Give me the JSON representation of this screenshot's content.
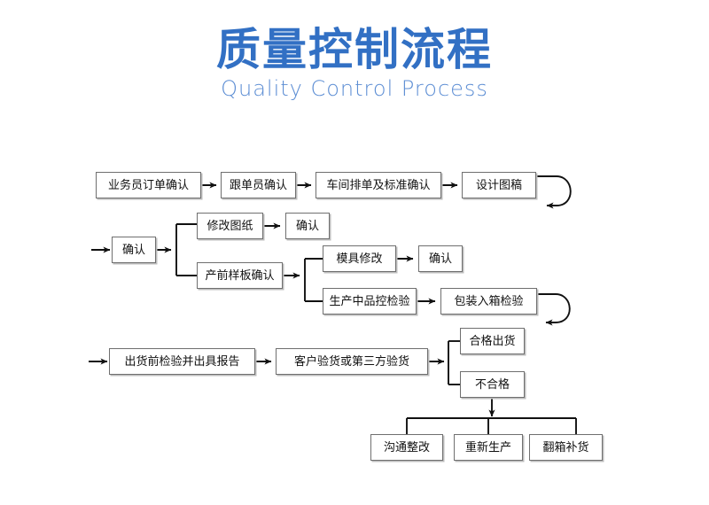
{
  "header": {
    "title": "质量控制流程",
    "subtitle": "Quality Control Process",
    "title_color": "#3270c4",
    "subtitle_color": "#5d8ed4"
  },
  "diagram": {
    "line_color": "#111111",
    "box_border_color": "#6f6f6f",
    "box_shadow_color": "#bdbdbd",
    "rows": [
      {
        "id": "row-1",
        "nodes": [
          {
            "id": "n1",
            "label": "业务员订单确认"
          },
          {
            "id": "n2",
            "label": "跟单员确认"
          },
          {
            "id": "n3",
            "label": "车间排单及标准确认"
          },
          {
            "id": "n4",
            "label": "设计图稿"
          }
        ]
      },
      {
        "id": "row-2",
        "nodes": [
          {
            "id": "n5",
            "label": "确认"
          },
          {
            "id": "n6",
            "label": "修改图纸"
          },
          {
            "id": "n7",
            "label": "确认"
          },
          {
            "id": "n8",
            "label": "产前样板确认"
          },
          {
            "id": "n9",
            "label": "模具修改"
          },
          {
            "id": "n10",
            "label": "确认"
          },
          {
            "id": "n11",
            "label": "生产中品控检验"
          },
          {
            "id": "n12",
            "label": "包装入箱检验"
          }
        ]
      },
      {
        "id": "row-3",
        "nodes": [
          {
            "id": "n13",
            "label": "出货前检验并出具报告"
          },
          {
            "id": "n14",
            "label": "客户验货或第三方验货"
          },
          {
            "id": "n15",
            "label": "合格出货"
          },
          {
            "id": "n16",
            "label": "不合格"
          }
        ]
      },
      {
        "id": "row-4",
        "nodes": [
          {
            "id": "n17",
            "label": "沟通整改"
          },
          {
            "id": "n18",
            "label": "重新生产"
          },
          {
            "id": "n19",
            "label": "翻箱补货"
          }
        ]
      }
    ]
  }
}
